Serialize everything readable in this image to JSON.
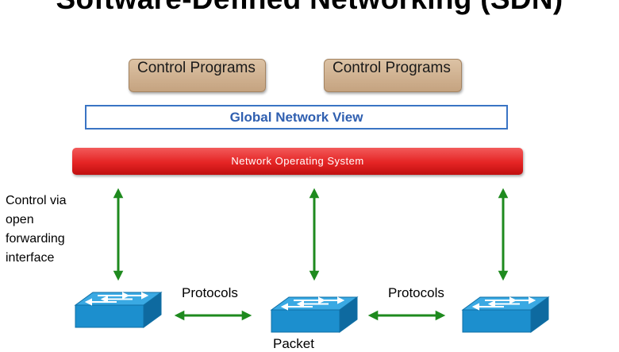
{
  "title": "Software-Defined Networking (SDN)",
  "control_programs": [
    {
      "label": "Control Programs"
    },
    {
      "label": "Control Programs"
    }
  ],
  "global_network_view": "Global Network View",
  "network_os": "Network Operating System",
  "side_label": "Control via open forwarding interface",
  "protocols": [
    "Protocols",
    "Protocols"
  ],
  "packet_label": "Packet",
  "colors": {
    "arrow_green": "#1e8a1e",
    "switch_blue": "#1c8fce",
    "nos_red": "#e52424",
    "gnv_blue": "#2f5fb0",
    "cp_tan": "#c9a784"
  }
}
